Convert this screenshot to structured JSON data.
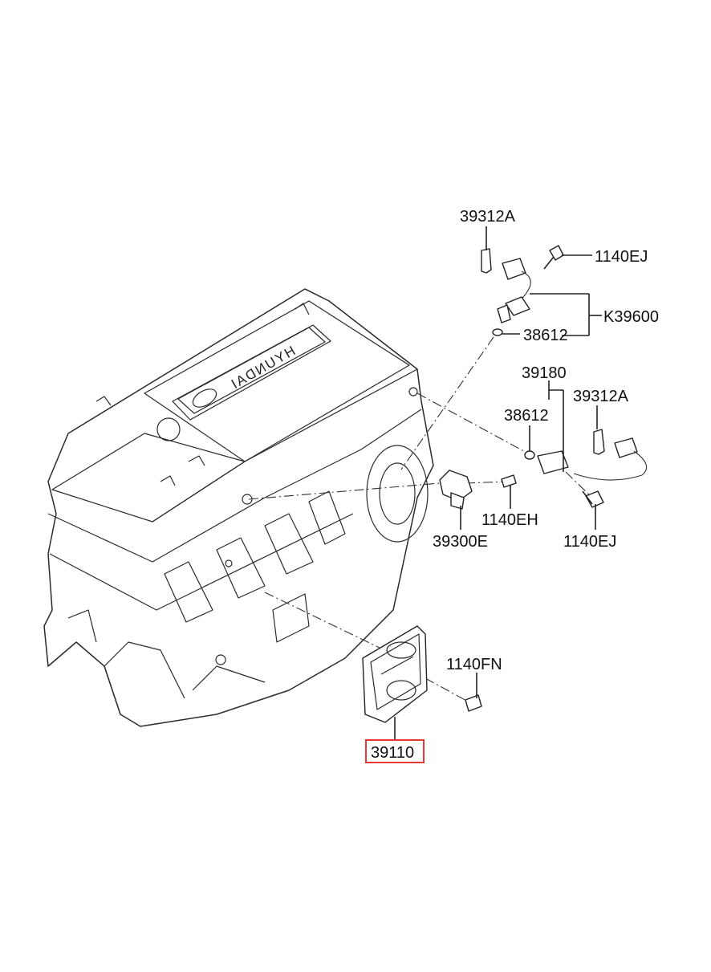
{
  "labels": {
    "clip_top": "39312A",
    "bolt_top": "1140EJ",
    "sensor_assy_top": "K39600",
    "oring_top": "38612",
    "sensor_assy_right": "39180",
    "clip_right": "39312A",
    "oring_right": "38612",
    "map_sensor": "39300E",
    "bolt_map_sensor": "1140EH",
    "bolt_right": "1140EJ",
    "bolt_ecu": "1140FN",
    "ecu": "39110"
  },
  "engine_logo_text": "HYUNDAI",
  "colors": {
    "highlight": "#e53935",
    "line": "#222222"
  }
}
